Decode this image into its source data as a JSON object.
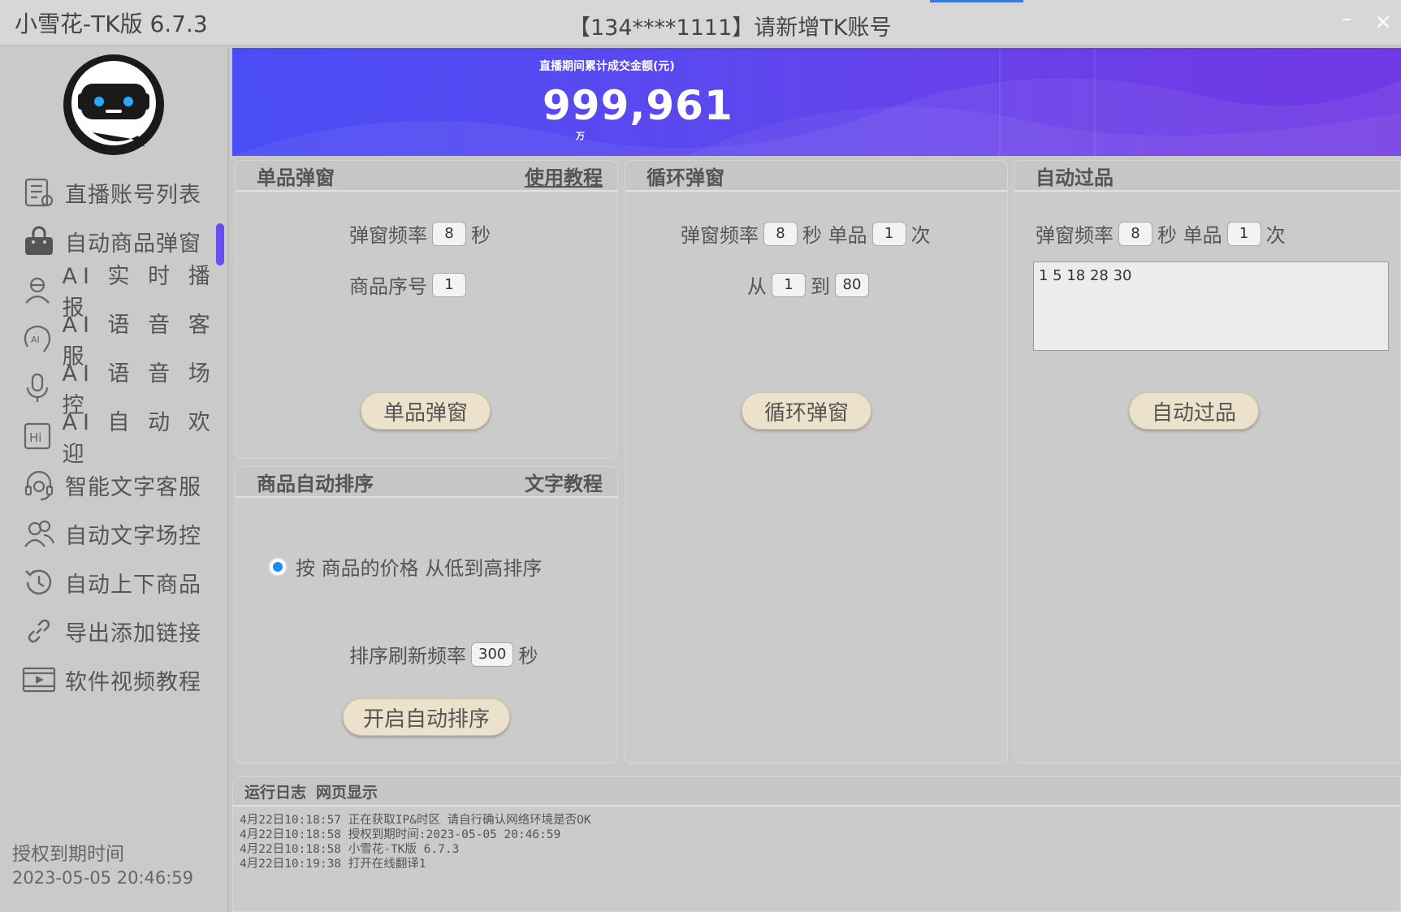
{
  "titlebar": {
    "app_title": "小雪花-TK版 6.7.3",
    "window_title": "【134****1111】请新增TK账号",
    "minimize": "–",
    "close": "×"
  },
  "sidebar": {
    "menu": [
      {
        "label": "直播账号列表",
        "icon": "list-icon"
      },
      {
        "label": "自动商品弹窗",
        "icon": "shopping-bag-icon",
        "active": true
      },
      {
        "label": "AI 实 时 播报",
        "icon": "anchor-person-icon"
      },
      {
        "label": "AI 语 音 客服",
        "icon": "ai-voice-icon"
      },
      {
        "label": "AI 语 音 场控",
        "icon": "microphone-icon"
      },
      {
        "label": "AI 自 动 欢迎",
        "icon": "hi-icon"
      },
      {
        "label": "智能文字客服",
        "icon": "headset-icon"
      },
      {
        "label": "自动文字场控",
        "icon": "users-icon"
      },
      {
        "label": "自动上下商品",
        "icon": "history-icon"
      },
      {
        "label": "导出添加链接",
        "icon": "link-icon"
      },
      {
        "label": "软件视频教程",
        "icon": "video-icon"
      }
    ],
    "license_label": "授权到期时间",
    "license_date": "2023-05-05 20:46:59"
  },
  "banner": {
    "label": "直播期间累计成交金额(元)",
    "value": "999,961",
    "unit": "万"
  },
  "single_popup": {
    "title": "单品弹窗",
    "tutorial": "使用教程",
    "freq_label": "弹窗频率",
    "freq_value": "8",
    "sec": "秒",
    "index_label": "商品序号",
    "index_value": "1",
    "button": "单品弹窗"
  },
  "loop_popup": {
    "title": "循环弹窗",
    "freq_label": "弹窗频率",
    "freq_value": "8",
    "sec_single": "秒 单品",
    "times_value": "1",
    "times": "次",
    "from": "从",
    "from_value": "1",
    "to": "到",
    "to_value": "80",
    "button": "循环弹窗"
  },
  "auto_skip": {
    "title": "自动过品",
    "freq_label": "弹窗频率",
    "freq_value": "8",
    "sec_single": "秒 单品",
    "times_value": "1",
    "times": "次",
    "list_value": "1 5 18 28 30",
    "button": "自动过品"
  },
  "auto_sort": {
    "title": "商品自动排序",
    "tutorial": "文字教程",
    "option": "按 商品的价格 从低到高排序",
    "refresh_label": "排序刷新频率",
    "refresh_value": "300",
    "sec": "秒",
    "button": "开启自动排序"
  },
  "log": {
    "tab_log": "运行日志",
    "tab_web": "网页显示",
    "lines": [
      "4月22日10:18:57 正在获取IP&时区 请自行确认网络环境是否OK",
      "4月22日10:18:58 授权到期时间:2023-05-05 20:46:59",
      "4月22日10:18:58 小雪花-TK版 6.7.3",
      "4月22日10:19:38 打开在线翻译1"
    ]
  }
}
